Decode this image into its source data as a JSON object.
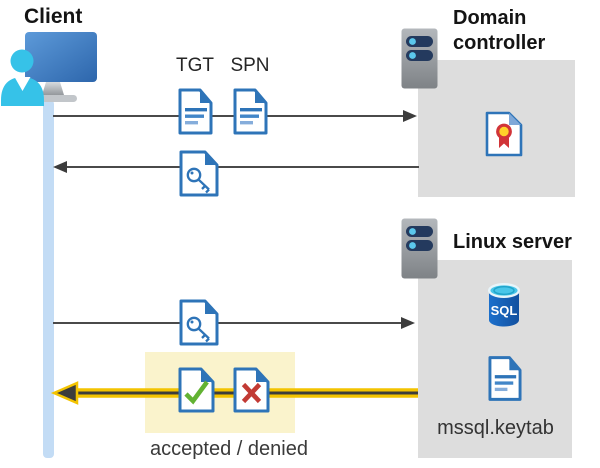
{
  "client": {
    "label": "Client"
  },
  "domain_controller": {
    "label": "Domain controller"
  },
  "linux_server": {
    "label": "Linux server",
    "sql_icon_label": "SQL",
    "keytab_label": "mssql.keytab"
  },
  "flow": {
    "tgt_label": "TGT",
    "spn_label": "SPN",
    "result_label": "accepted / denied"
  },
  "icons": {
    "client": "user-at-computer-icon",
    "domain_controller": "server-icon",
    "linux_server": "server-icon",
    "tgt": "document-icon",
    "spn": "document-icon",
    "session_key": "key-document-icon",
    "certificate": "certificate-document-icon",
    "sql_database": "sql-database-icon",
    "keytab_file": "document-icon",
    "accepted": "check-document-icon",
    "denied": "cross-document-icon"
  },
  "colors": {
    "doc_blue": "#2e74b8",
    "doc_line_light": "#85addb",
    "panel_gray": "#dddddd",
    "lifeline_blue": "#c3dcf5",
    "highlight_bg_yellow": "#faf3cc",
    "highlight_arrow_yellow": "#f3c300",
    "arrow_dark_gray": "#4a4a4a",
    "check_green": "#62b232",
    "cross_red": "#c23a34",
    "cert_red": "#d13438",
    "cert_yellow": "#ffd32a",
    "sql_body_blue": "#1565c0",
    "sql_top_cyan": "#49c6e9",
    "person_cyan": "#36c2e8",
    "monitor_blue": "#3d7cc0",
    "server_pill_navy": "#243a5e"
  }
}
